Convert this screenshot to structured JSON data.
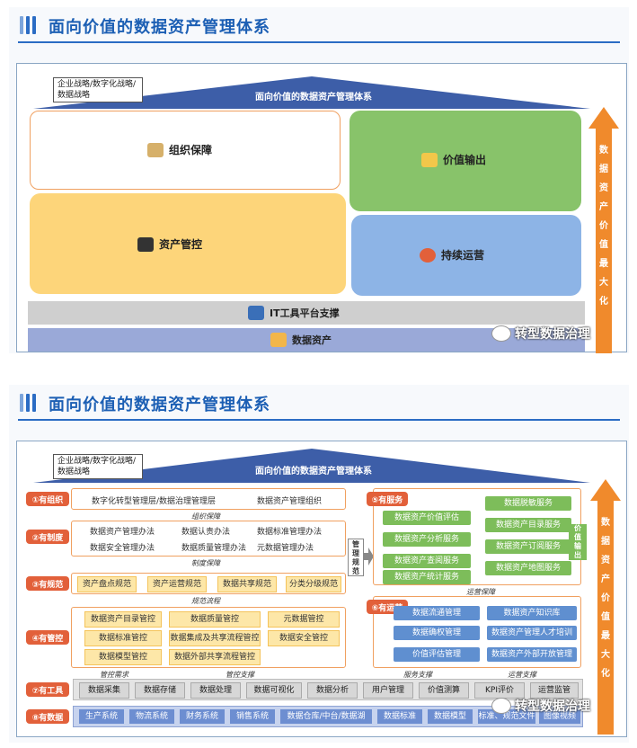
{
  "panel1": {
    "title": "面向价值的数据资产管理体系",
    "roof_title": "面向价值的数据资产管理体系",
    "strategy": "企业战略/数字化战略/数据战略",
    "org": "组织保障",
    "value_output": "价值输出",
    "asset_mgmt": "资产管控",
    "ops": "持续运营",
    "it_platform": "IT工具平台支撑",
    "data_assets": "数据资产",
    "side_arrow": "数据资产价值最大化",
    "watermark": "转型数据治理"
  },
  "panel2": {
    "title": "面向价值的数据资产管理体系",
    "roof_title": "面向价值的数据资产管理体系",
    "strategy": "企业战略/数字化战略/数据战略",
    "rows": {
      "org": {
        "tag": "①有组织",
        "items": [
          "数字化转型管理层/数据治理管理层",
          "数据资产管理组织"
        ]
      },
      "policy": {
        "tag": "②有制度",
        "items": [
          "数据资产管理办法",
          "数据认责办法",
          "数据标准管理办法",
          "数据安全管理办法",
          "数据质量管理办法",
          "元数据管理办法"
        ]
      },
      "spec": {
        "tag": "③有规范",
        "items": [
          "资产盘点规范",
          "资产运营规范",
          "数据共享规范",
          "分类分级规范"
        ]
      },
      "control": {
        "tag": "④有管控",
        "items": [
          "数据资产目录管控",
          "数据质量管控",
          "元数据管控",
          "数据标准管控",
          "数据集成及共享流程管控",
          "数据安全管控",
          "数据模型管控",
          "数据外部共享流程管控"
        ]
      },
      "tools": {
        "tag": "⑦有工具",
        "items": [
          "数据采集",
          "数据存储",
          "数据处理",
          "数据可视化",
          "数据分析",
          "用户管理",
          "价值测算",
          "KPI评价",
          "运营监管"
        ]
      },
      "data": {
        "tag": "⑧有数据",
        "items": [
          "生产系统",
          "物流系统",
          "财务系统",
          "销售系统",
          "数据仓库/中台/数据湖",
          "数据标准",
          "数据模型",
          "标准、规范文件",
          "图像视频"
        ]
      }
    },
    "services": {
      "tag": "⑤有服务",
      "items": [
        "数据资产价值评估",
        "数据脱敏服务",
        "数据资产分析服务",
        "数据资产目录服务",
        "数据资产查阅服务",
        "数据资产订阅服务",
        "数据资产统计服务",
        "数据资产地图服务"
      ],
      "side": "价值输出"
    },
    "operations": {
      "tag": "⑥有运营",
      "items": [
        "数据流通管理",
        "数据资产知识库",
        "数据确权管理",
        "数据资产管理人才培训",
        "价值评估管理",
        "数据资产外部开放管理"
      ]
    },
    "connector": "管理规范",
    "flow_labels": [
      "组织保障",
      "制度保障",
      "规范流程",
      "管控需求",
      "管控支撑",
      "服务支撑",
      "运营支撑",
      "运营保障"
    ],
    "side_arrow": "数据资产价值最大化",
    "watermark": "转型数据治理"
  },
  "colors": {
    "accent": "#2b6cc4",
    "orange": "#e2603a",
    "green": "#7dbd5a",
    "blue_chip": "#5f8fd0",
    "yellow": "#fde7a8"
  }
}
